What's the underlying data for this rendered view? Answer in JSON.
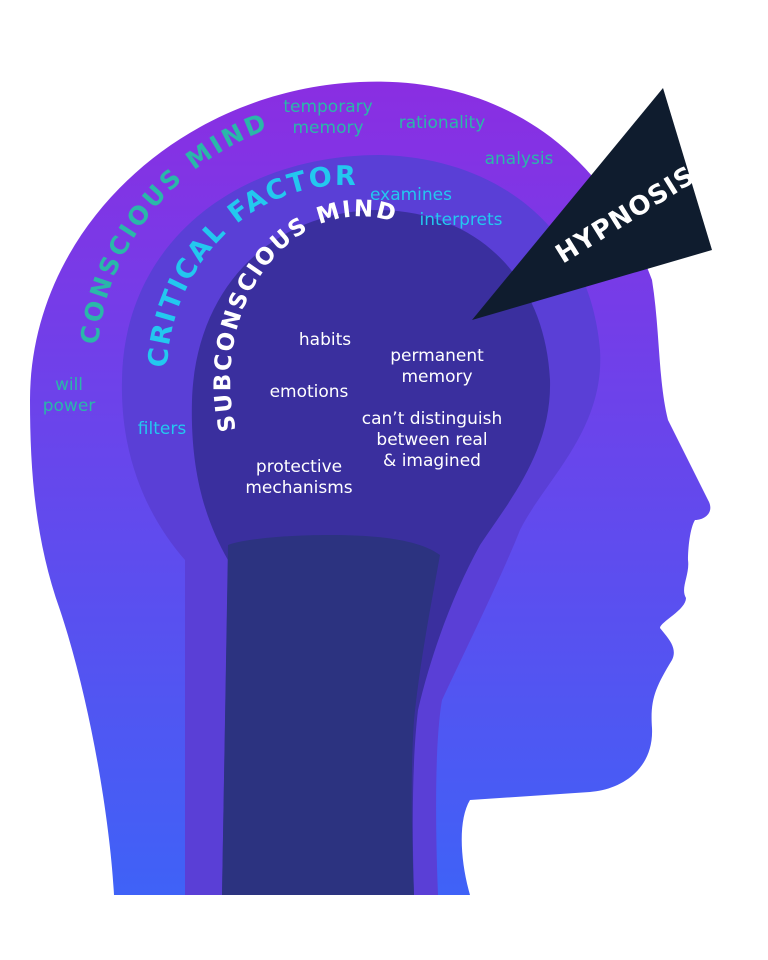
{
  "colors": {
    "background": "#ffffff",
    "head_top": "#8a2ee2",
    "head_bottom": "#3f62f7",
    "critical_layer": "#5a3fd6",
    "subconscious_layer": "#3a2f9e",
    "core": "#2c3380",
    "conscious_text": "#2ab7a9",
    "critical_text": "#23c8ef",
    "subconscious_text": "#ffffff",
    "hypnosis_cone": "#0f1c2e",
    "hypnosis_text": "#ffffff"
  },
  "diagram": {
    "conscious": {
      "title": "CONSCIOUS MIND",
      "items": {
        "temporary_memory_1": "temporary",
        "temporary_memory_2": "memory",
        "rationality": "rationality",
        "analysis": "analysis",
        "will_power_1": "will",
        "will_power_2": "power"
      }
    },
    "critical": {
      "title": "CRITICAL FACTOR",
      "items": {
        "examines": "examines",
        "interprets": "interprets",
        "filters": "filters"
      }
    },
    "subconscious": {
      "title": "SUBCONSCIOUS MIND",
      "items": {
        "habits": "habits",
        "permanent_memory_1": "permanent",
        "permanent_memory_2": "memory",
        "emotions": "emotions",
        "cant_distinguish_1": "can’t distinguish",
        "cant_distinguish_2": "between real",
        "cant_distinguish_3": "& imagined",
        "protective_1": "protective",
        "protective_2": "mechanisms"
      }
    },
    "hypnosis": {
      "label": "HYPNOSIS"
    }
  }
}
